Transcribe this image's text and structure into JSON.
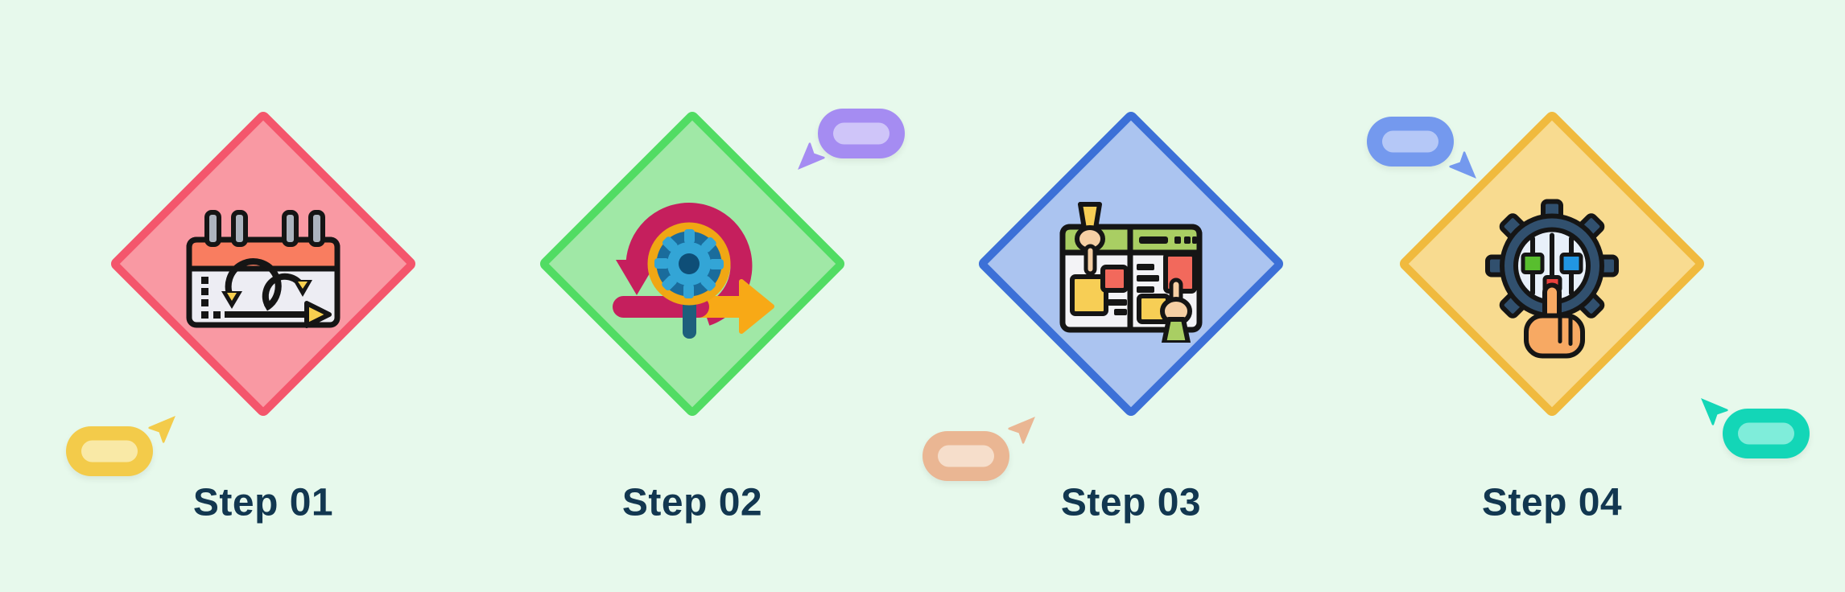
{
  "background_color": "#E7F9EC",
  "label_color": "#123750",
  "steps": [
    {
      "label": "Step 01",
      "icon": "sprint-calendar-icon",
      "diamond_fill": "#F999A3",
      "diamond_border": "#F4566C"
    },
    {
      "label": "Step 02",
      "icon": "agile-sprint-loop-icon",
      "diamond_fill": "#A0E8A6",
      "diamond_border": "#51DC63"
    },
    {
      "label": "Step 03",
      "icon": "kanban-board-icon",
      "diamond_fill": "#ABC4F0",
      "diamond_border": "#3C70D7"
    },
    {
      "label": "Step 04",
      "icon": "gear-sliders-hand-icon",
      "diamond_fill": "#F8DB90",
      "diamond_border": "#F0BA3E"
    }
  ],
  "decorations": [
    {
      "name": "cursor-chip-yellow",
      "pill_color": "#F3CB4A",
      "pill_inner_color": "#F9E9A6",
      "cursor_direction": "up-right"
    },
    {
      "name": "cursor-chip-purple",
      "pill_color": "#A58CF2",
      "pill_inner_color": "#CFC5F9",
      "cursor_direction": "down-left"
    },
    {
      "name": "cursor-chip-peach",
      "pill_color": "#EAB693",
      "pill_inner_color": "#F6DECB",
      "cursor_direction": "up-right"
    },
    {
      "name": "cursor-chip-blue",
      "pill_color": "#7499EE",
      "pill_inner_color": "#B5C8F7",
      "cursor_direction": "down-right"
    },
    {
      "name": "cursor-chip-teal",
      "pill_color": "#13D6B7",
      "pill_inner_color": "#7FEDDA",
      "cursor_direction": "up-left"
    }
  ]
}
